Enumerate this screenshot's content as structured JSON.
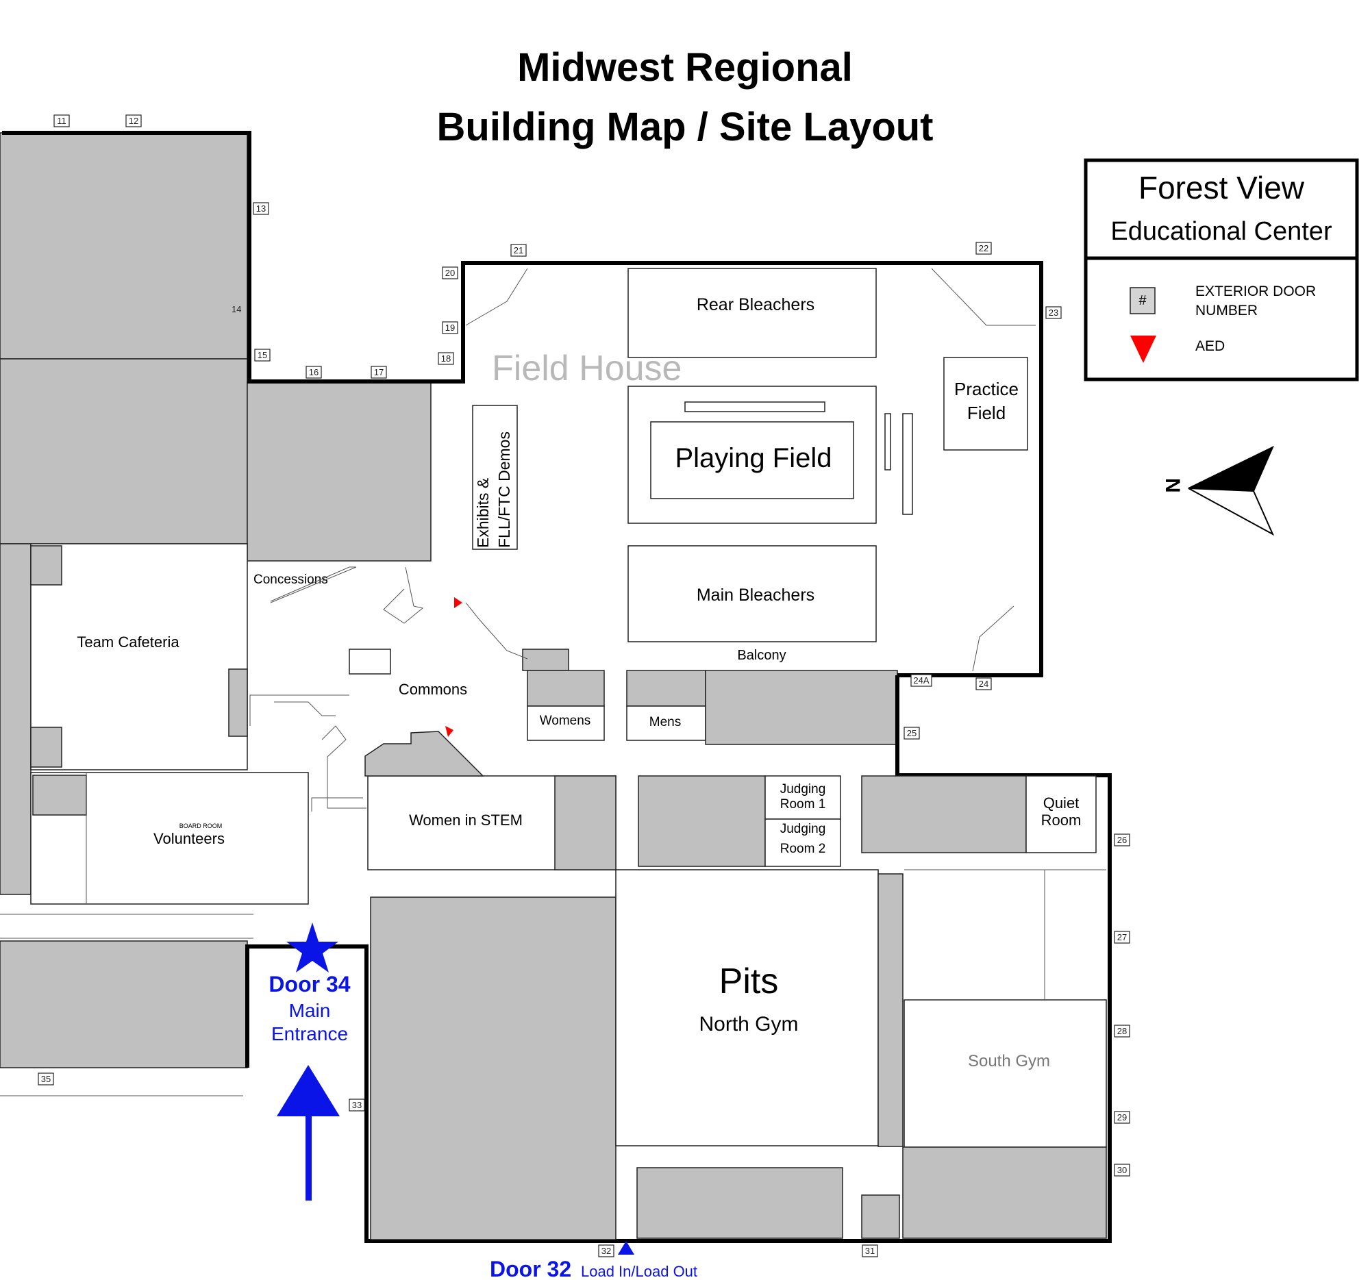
{
  "title": {
    "line1": "Midwest Regional",
    "line2": "Building Map / Site Layout"
  },
  "legend": {
    "name_line1": "Forest View",
    "name_line2": "Educational Center",
    "door_symbol": "#",
    "door_label_line1": "EXTERIOR DOOR",
    "door_label_line2": "NUMBER",
    "aed_label": "AED",
    "aed_color": "#ff0000"
  },
  "compass": {
    "label": "N",
    "icon": "north-arrow-icon"
  },
  "rooms": {
    "field_house": "Field House",
    "rear_bleachers": "Rear Bleachers",
    "playing_field": "Playing Field",
    "main_bleachers": "Main Bleachers",
    "practice_field_1": "Practice",
    "practice_field_2": "Field",
    "exhibits_1": "Exhibits &",
    "exhibits_2": "FLL/FTC Demos",
    "balcony": "Balcony",
    "concessions": "Concessions",
    "team_cafeteria": "Team Cafeteria",
    "commons": "Commons",
    "womens": "Womens",
    "mens": "Mens",
    "board_room": "BOARD ROOM",
    "volunteers": "Volunteers",
    "women_in_stem": "Women in STEM",
    "judging_1_a": "Judging",
    "judging_1_b": "Room 1",
    "judging_2_a": "Judging",
    "judging_2_b": "Room 2",
    "quiet_1": "Quiet",
    "quiet_2": "Room",
    "pits": "Pits",
    "north_gym": "North Gym",
    "south_gym": "South Gym"
  },
  "entrances": {
    "door34_title": "Door 34",
    "door34_sub1": "Main",
    "door34_sub2": "Entrance",
    "door32_title": "Door 32",
    "door32_sub": "Load In/Load Out",
    "accent_color": "#0a14e6"
  },
  "doors": {
    "d11": "11",
    "d12": "12",
    "d13": "13",
    "d14": "14",
    "d15": "15",
    "d16": "16",
    "d17": "17",
    "d18": "18",
    "d19": "19",
    "d20": "20",
    "d21": "21",
    "d22": "22",
    "d23": "23",
    "d24": "24",
    "d24a": "24A",
    "d25": "25",
    "d26": "26",
    "d27": "27",
    "d28": "28",
    "d29": "29",
    "d30": "30",
    "d31": "31",
    "d32": "32",
    "d33": "33",
    "d35": "35"
  }
}
